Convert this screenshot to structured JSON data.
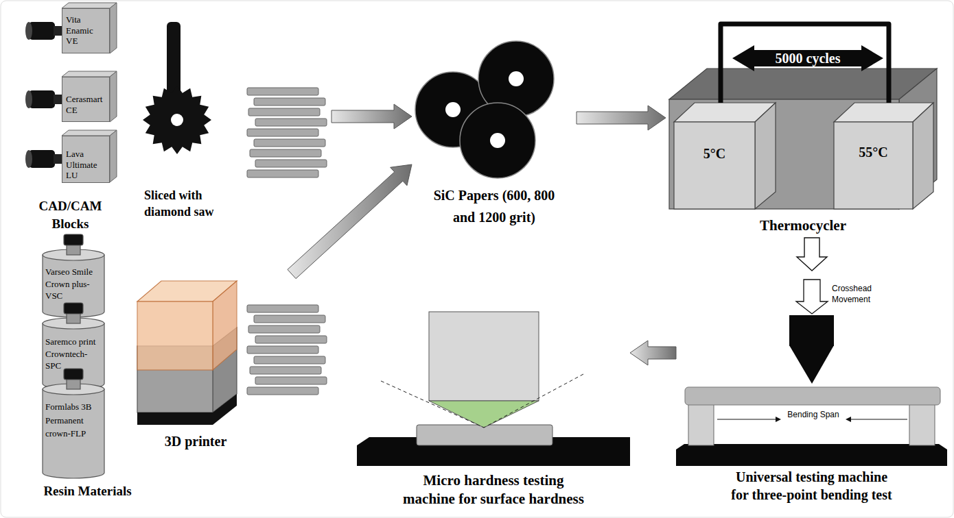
{
  "diagram": {
    "nodes": [
      {
        "text": [
          "Vita Enamic VE"
        ]
      },
      {
        "text": [
          "Cerasmart CE"
        ]
      },
      {
        "text": [
          "Lava Ultimate LU"
        ]
      },
      {
        "text": [
          "Varseo Smile Crown plus-VSC"
        ]
      },
      {
        "text": [
          "Saremco print Crowntech-SPC"
        ]
      },
      {
        "text": [
          "Formlabs 3B Permanent crown-FLP"
        ]
      },
      {
        "text": [
          "Sliced with diamond saw"
        ]
      },
      {
        "text": [
          "3D printer"
        ]
      },
      {
        "text": [
          "SiC Papers (600, 800 and 1200 grit)"
        ]
      },
      {
        "text": [
          "Thermocycler"
        ]
      },
      {
        "text": [
          "5°C"
        ],
        "in": 9
      },
      {
        "text": [
          "55°C"
        ],
        "in": 9
      },
      {
        "text": [
          "Universal testing machine for three-point bending test"
        ]
      },
      {
        "text": [
          "Micro hardness testing machine for surface hardness"
        ]
      }
    ],
    "edges": [
      {
        "from": 6,
        "to": 8,
        "arrow": "to"
      },
      {
        "from": 7,
        "to": 8,
        "arrow": "to"
      },
      {
        "from": 8,
        "to": 9,
        "arrow": "to"
      },
      {
        "from": 10,
        "to": 11,
        "label": "5000 cycles",
        "arrow": "both"
      },
      {
        "from": 9,
        "to": 12,
        "arrow": "to"
      },
      {
        "from": 12,
        "to": 13,
        "arrow": "to"
      }
    ],
    "labels": [
      "CAD/CAM Blocks",
      "Resin Materials",
      "Crosshead Movement",
      "Bending Span"
    ]
  }
}
